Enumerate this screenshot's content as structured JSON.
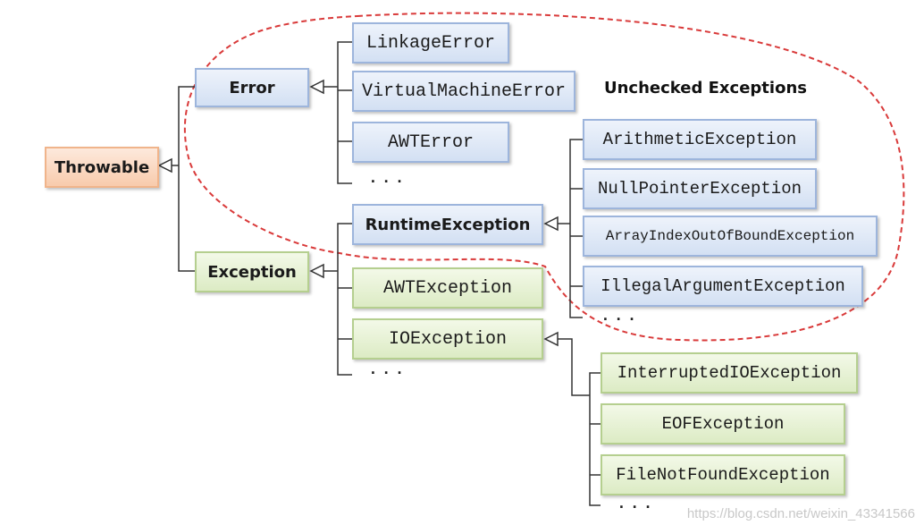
{
  "heading": "Unchecked Exceptions",
  "ellipsis": "...",
  "watermark": "https://blog.csdn.net/weixin_43341566",
  "nodes": {
    "throwable": "Throwable",
    "error": "Error",
    "exception": "Exception",
    "linkage_error": "LinkageError",
    "virtual_machine_error": "VirtualMachineError",
    "awt_error": "AWTError",
    "runtime_exception": "RuntimeException",
    "awt_exception": "AWTException",
    "io_exception": "IOException",
    "arithmetic_exception": "ArithmeticException",
    "null_pointer_exception": "NullPointerException",
    "array_index_exception": "ArrayIndexOutOfBoundException",
    "illegal_argument_exception": "IllegalArgumentException",
    "interrupted_io_exception": "InterruptedIOException",
    "eof_exception": "EOFException",
    "file_not_found_exception": "FileNotFoundException"
  },
  "colors": {
    "error_family": "#d3e0f3",
    "exception_family": "#dcebc4",
    "throwable": "#f8cbac",
    "unchecked_outline": "#d93a3a",
    "connector": "#333333"
  }
}
